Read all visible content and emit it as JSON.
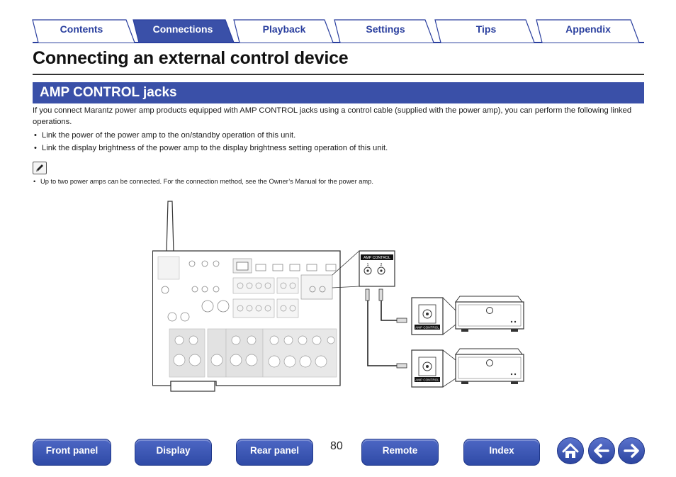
{
  "tabs": [
    {
      "label": "Contents",
      "active": false
    },
    {
      "label": "Connections",
      "active": true
    },
    {
      "label": "Playback",
      "active": false
    },
    {
      "label": "Settings",
      "active": false
    },
    {
      "label": "Tips",
      "active": false
    },
    {
      "label": "Appendix",
      "active": false
    }
  ],
  "page_title": "Connecting an external control device",
  "section_title": "AMP CONTROL jacks",
  "intro": "If you connect Marantz power amp products equipped with AMP CONTROL jacks using a control cable (supplied with the power amp), you can perform the following linked operations.",
  "bullets": [
    "Link the power of the power amp to the on/standby operation of this unit.",
    "Link the display brightness of the power amp to the display brightness setting operation of this unit."
  ],
  "note_icon": "pencil-icon",
  "note": "Up to two power amps can be connected. For the connection method, see the Owner’s Manual for the power amp.",
  "diagram": {
    "receiver_jack_label": "AMP CONTROL",
    "receiver_jack_numbers": [
      "1",
      "2"
    ],
    "amp1_jack_label": "AMP CONTROL",
    "amp2_jack_label": "AMP CONTROL"
  },
  "footer": {
    "buttons": [
      "Front panel",
      "Display",
      "Rear panel",
      "Remote",
      "Index"
    ],
    "page_number": "80",
    "icons": [
      "home-icon",
      "arrow-left-icon",
      "arrow-right-icon"
    ]
  },
  "colors": {
    "accent": "#3a50a8",
    "tab_text": "#2a3f9e",
    "button": "#3550b0"
  }
}
